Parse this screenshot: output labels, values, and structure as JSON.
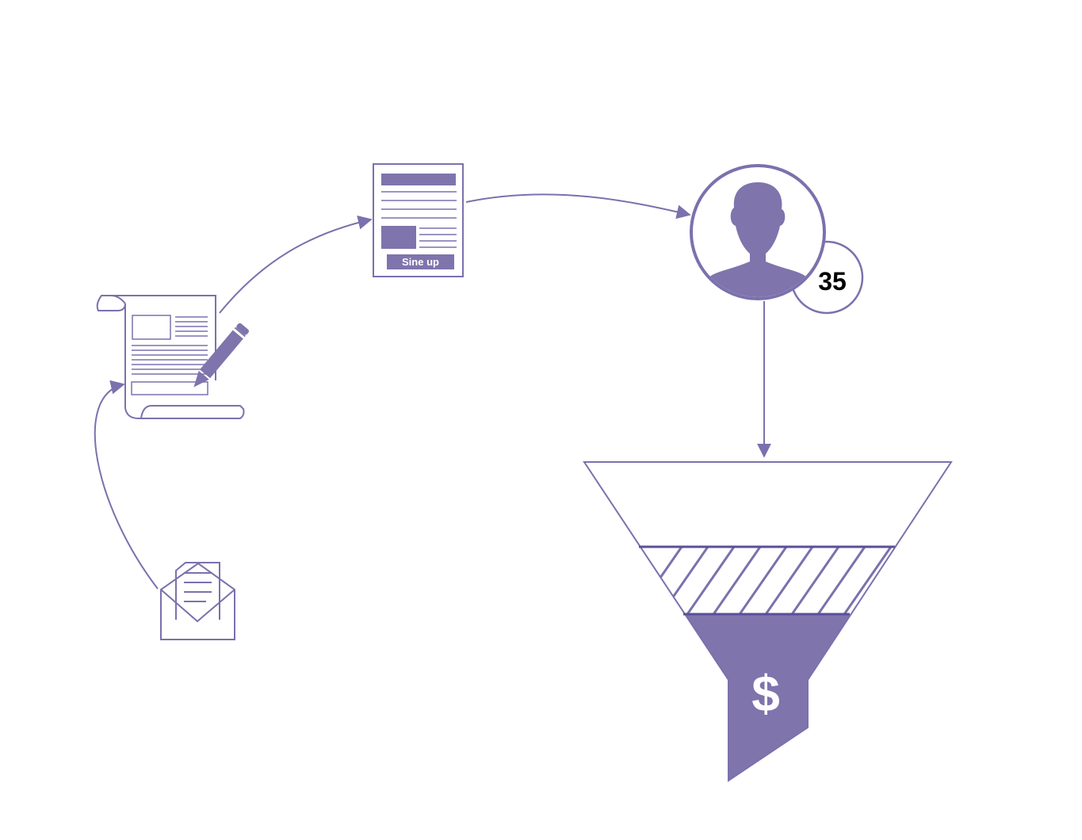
{
  "colors": {
    "accent": "#7b71ad",
    "fill": "#7f74ac",
    "background": "#ffffff",
    "text": "#000000"
  },
  "nodes": {
    "email": {
      "icon": "open-envelope-with-letter-icon"
    },
    "document": {
      "icon": "document-with-pencil-icon"
    },
    "landing_page": {
      "icon": "landing-page-form-icon",
      "button_label": "Sine up"
    },
    "user": {
      "icon": "user-avatar-icon",
      "badge_count": "35"
    },
    "funnel": {
      "icon": "sales-funnel-icon",
      "currency_symbol": "$"
    }
  },
  "edges": [
    {
      "from": "email",
      "to": "document"
    },
    {
      "from": "document",
      "to": "landing_page"
    },
    {
      "from": "landing_page",
      "to": "user"
    },
    {
      "from": "user",
      "to": "funnel"
    }
  ]
}
